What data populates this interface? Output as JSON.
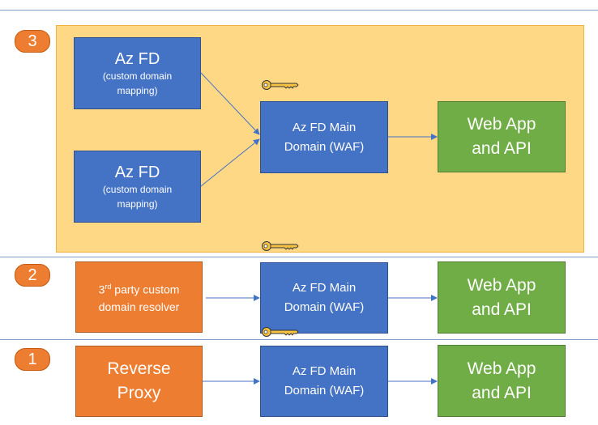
{
  "tier3": {
    "badge": "3",
    "fd_top": {
      "title": "Az FD",
      "subtitle_line1": "(custom domain",
      "subtitle_line2": "mapping)"
    },
    "fd_bottom": {
      "title": "Az FD",
      "subtitle_line1": "(custom domain",
      "subtitle_line2": "mapping)"
    },
    "main_line1": "Az FD Main",
    "main_line2": "Domain (WAF)",
    "web_line1": "Web App",
    "web_line2": "and API"
  },
  "tier2": {
    "badge": "2",
    "resolver_base": "3",
    "resolver_sup": "rd",
    "resolver_rest": " party custom",
    "resolver_line2": "domain resolver",
    "main_line1": "Az FD Main",
    "main_line2": "Domain (WAF)",
    "web_line1": "Web App",
    "web_line2": "and API"
  },
  "tier1": {
    "badge": "1",
    "proxy_line1": "Reverse",
    "proxy_line2": "Proxy",
    "main_line1": "Az FD Main",
    "main_line2": "Domain (WAF)",
    "web_line1": "Web App",
    "web_line2": "and API"
  },
  "colors": {
    "azure_blue": "#4472c4",
    "app_green": "#70ad47",
    "proxy_orange": "#ed7d31",
    "panel_yellow": "#ffd886",
    "key_gold": "#f5c242"
  },
  "icons": [
    "key-icon",
    "arrow-icon"
  ]
}
